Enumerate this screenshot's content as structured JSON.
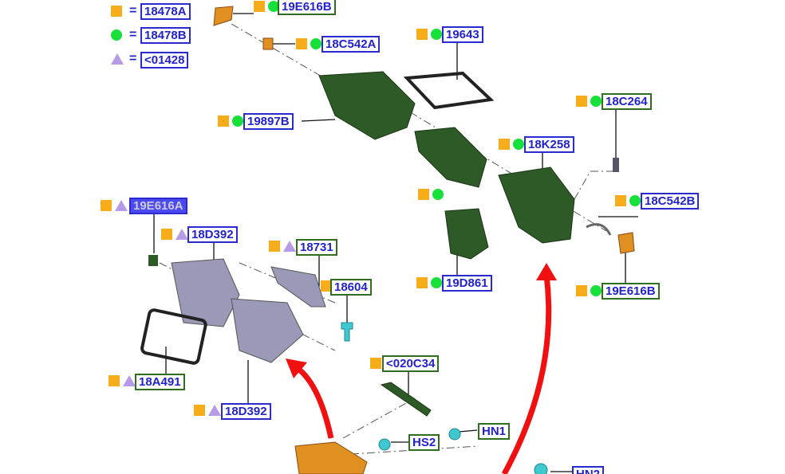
{
  "legend": [
    {
      "symbol": "square",
      "label": "18478A"
    },
    {
      "symbol": "circle",
      "label": "18478B"
    },
    {
      "symbol": "triangle",
      "label": "<01428"
    }
  ],
  "equals": "=",
  "callouts": {
    "c19E616B_top": "19E616B",
    "c18C542A": "18C542A",
    "c19643": "19643",
    "c19897B": "19897B",
    "c18C264": "18C264",
    "c18K258": "18K258",
    "c18C542B": "18C542B",
    "c19D861": "19D861",
    "c19E616B_right": "19E616B",
    "c19E616A": "19E616A",
    "c18D392_top": "18D392",
    "c18731": "18731",
    "c18604": "18604",
    "c18A491": "18A491",
    "c18D392_bottom": "18D392",
    "c020C34": "<020C34",
    "cHS2": "HS2",
    "cHN1": "HN1",
    "cHN2": "HN2"
  },
  "colors": {
    "square": "#f7ad1a",
    "circle": "#18e03a",
    "triangle": "#b59be8",
    "arrow": "#f01010",
    "part_green": "#2d5a26",
    "part_grey": "#9a9ab8",
    "part_orange": "#e09020",
    "part_cyan": "#40c8d0"
  }
}
